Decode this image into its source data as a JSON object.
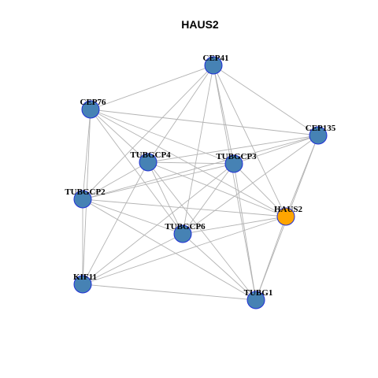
{
  "title": "HAUS2",
  "colors": {
    "node_default": "#4682b4",
    "node_focus": "#ffa500",
    "node_border": "#1f2fd6",
    "edge": "#b3b3b3"
  },
  "nodes": [
    {
      "id": "CEP41",
      "label": "CEP41",
      "focus": false
    },
    {
      "id": "CEP76",
      "label": "CEP76",
      "focus": false
    },
    {
      "id": "CEP135",
      "label": "CEP135",
      "focus": false
    },
    {
      "id": "TUBGCP4",
      "label": "TUBGCP4",
      "focus": false
    },
    {
      "id": "TUBGCP3",
      "label": "TUBGCP3",
      "focus": false
    },
    {
      "id": "TUBGCP2",
      "label": "TUBGCP2",
      "focus": false
    },
    {
      "id": "HAUS2",
      "label": "HAUS2",
      "focus": true
    },
    {
      "id": "TUBGCP6",
      "label": "TUBGCP6",
      "focus": false
    },
    {
      "id": "KIF11",
      "label": "KIF11",
      "focus": false
    },
    {
      "id": "TUBG1",
      "label": "TUBG1",
      "focus": false
    }
  ],
  "edges": [
    [
      "CEP41",
      "CEP76"
    ],
    [
      "CEP41",
      "CEP135"
    ],
    [
      "CEP41",
      "TUBGCP4"
    ],
    [
      "CEP41",
      "TUBGCP3"
    ],
    [
      "CEP41",
      "TUBGCP2"
    ],
    [
      "CEP41",
      "HAUS2"
    ],
    [
      "CEP41",
      "TUBGCP6"
    ],
    [
      "CEP41",
      "TUBG1"
    ],
    [
      "CEP76",
      "CEP135"
    ],
    [
      "CEP76",
      "TUBGCP4"
    ],
    [
      "CEP76",
      "TUBGCP3"
    ],
    [
      "CEP76",
      "TUBGCP2"
    ],
    [
      "CEP76",
      "HAUS2"
    ],
    [
      "CEP76",
      "TUBGCP6"
    ],
    [
      "CEP76",
      "KIF11"
    ],
    [
      "CEP135",
      "TUBGCP4"
    ],
    [
      "CEP135",
      "TUBGCP3"
    ],
    [
      "CEP135",
      "TUBGCP2"
    ],
    [
      "CEP135",
      "HAUS2"
    ],
    [
      "CEP135",
      "TUBGCP6"
    ],
    [
      "CEP135",
      "TUBG1"
    ],
    [
      "TUBGCP4",
      "TUBGCP3"
    ],
    [
      "TUBGCP4",
      "TUBGCP2"
    ],
    [
      "TUBGCP4",
      "HAUS2"
    ],
    [
      "TUBGCP4",
      "TUBGCP6"
    ],
    [
      "TUBGCP4",
      "KIF11"
    ],
    [
      "TUBGCP4",
      "TUBG1"
    ],
    [
      "TUBGCP3",
      "TUBGCP2"
    ],
    [
      "TUBGCP3",
      "HAUS2"
    ],
    [
      "TUBGCP3",
      "TUBGCP6"
    ],
    [
      "TUBGCP3",
      "KIF11"
    ],
    [
      "TUBGCP3",
      "TUBG1"
    ],
    [
      "TUBGCP2",
      "HAUS2"
    ],
    [
      "TUBGCP2",
      "TUBGCP6"
    ],
    [
      "TUBGCP2",
      "KIF11"
    ],
    [
      "TUBGCP2",
      "TUBG1"
    ],
    [
      "HAUS2",
      "TUBGCP6"
    ],
    [
      "HAUS2",
      "KIF11"
    ],
    [
      "HAUS2",
      "TUBG1"
    ],
    [
      "TUBGCP6",
      "KIF11"
    ],
    [
      "TUBGCP6",
      "TUBG1"
    ],
    [
      "KIF11",
      "TUBG1"
    ]
  ]
}
